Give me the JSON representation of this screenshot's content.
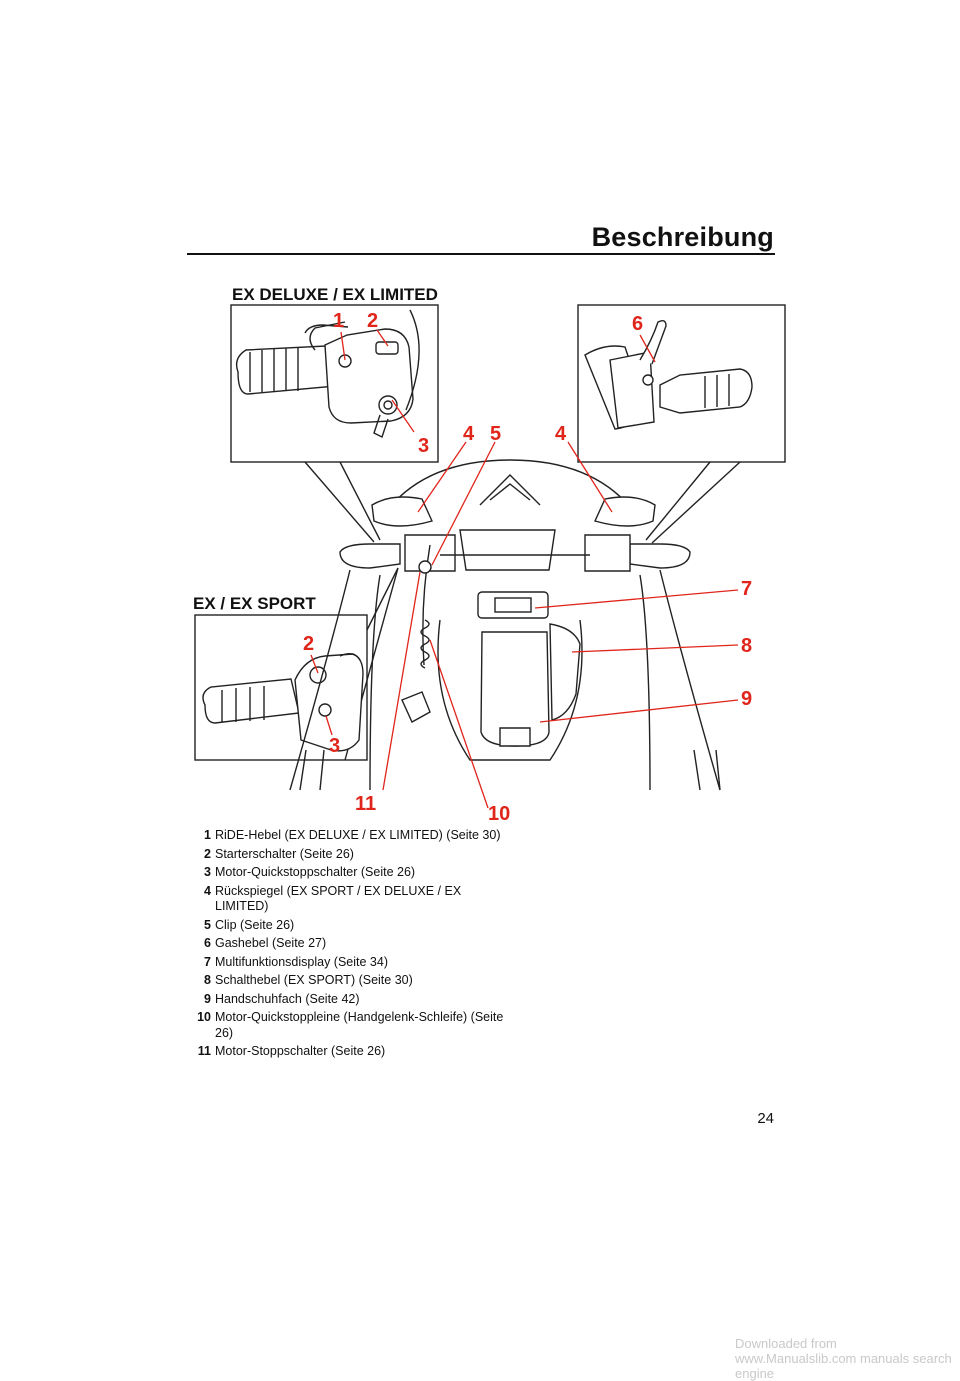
{
  "header": {
    "title": "Beschreibung"
  },
  "variants": {
    "deluxe_heading": "EX DELUXE / EX LIMITED",
    "sport_heading": "EX / EX SPORT"
  },
  "callouts": {
    "c1": "1",
    "c2": "2",
    "c3": "3",
    "c4a": "4",
    "c5": "5",
    "c4b": "4",
    "c6": "6",
    "c7": "7",
    "c8": "8",
    "c9": "9",
    "c10": "10",
    "c11": "11",
    "s2": "2",
    "s3": "3"
  },
  "legend": [
    {
      "num": "1",
      "text": "RiDE-Hebel (EX DELUXE / EX LIMITED) (Seite 30)"
    },
    {
      "num": "2",
      "text": "Starterschalter (Seite 26)"
    },
    {
      "num": "3",
      "text": "Motor-Quickstoppschalter (Seite 26)"
    },
    {
      "num": "4",
      "text": "Rückspiegel (EX SPORT / EX DELUXE / EX LIMITED)"
    },
    {
      "num": "5",
      "text": "Clip (Seite 26)"
    },
    {
      "num": "6",
      "text": "Gashebel (Seite 27)"
    },
    {
      "num": "7",
      "text": "Multifunktionsdisplay (Seite 34)"
    },
    {
      "num": "8",
      "text": "Schalthebel (EX SPORT) (Seite 30)"
    },
    {
      "num": "9",
      "text": "Handschuhfach (Seite 42)"
    },
    {
      "num": "10",
      "text": "Motor-Quickstoppleine (Handgelenk-Schleife) (Seite 26)"
    },
    {
      "num": "11",
      "text": "Motor-Stoppschalter (Seite 26)"
    }
  ],
  "footer": {
    "page_number": "24",
    "site": "Downloaded from www.Manualslib.com manuals search engine"
  },
  "colors": {
    "callout": "#e0251b",
    "text": "#111111"
  }
}
